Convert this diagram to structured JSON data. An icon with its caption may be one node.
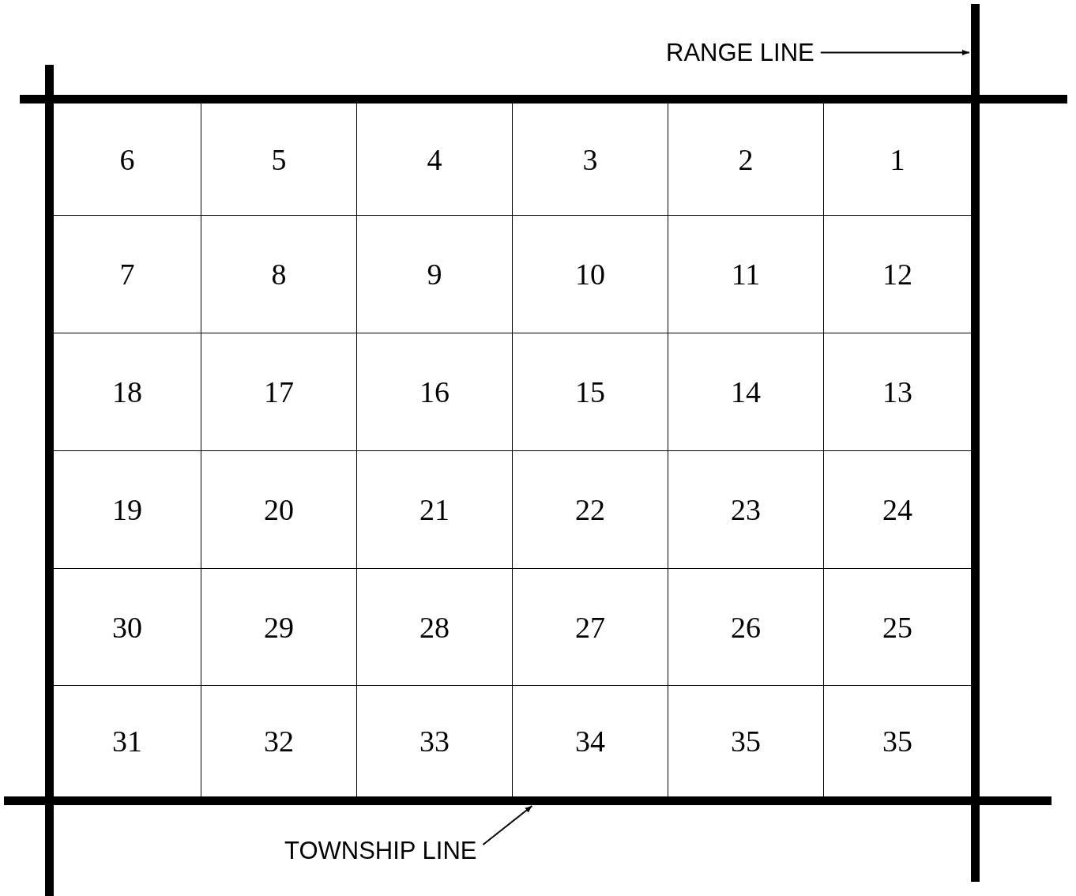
{
  "diagram": {
    "nodes": [
      {
        "text": [
          "RANGE LINE"
        ]
      },
      {
        "text": [],
        "shape": "bar"
      },
      {
        "text": [
          "6"
        ]
      },
      {
        "text": [
          "5"
        ]
      },
      {
        "text": [
          "4"
        ]
      },
      {
        "text": [
          "3"
        ]
      },
      {
        "text": [
          "2"
        ]
      },
      {
        "text": [
          "1"
        ]
      },
      {
        "text": [
          "7"
        ]
      },
      {
        "text": [
          "8"
        ]
      },
      {
        "text": [
          "9"
        ]
      },
      {
        "text": [
          "10"
        ]
      },
      {
        "text": [
          "11"
        ]
      },
      {
        "text": [
          "12"
        ]
      },
      {
        "text": [
          "18"
        ]
      },
      {
        "text": [
          "17"
        ]
      },
      {
        "text": [
          "16"
        ]
      },
      {
        "text": [
          "15"
        ]
      },
      {
        "text": [
          "14"
        ]
      },
      {
        "text": [
          "13"
        ]
      },
      {
        "text": [
          "19"
        ]
      },
      {
        "text": [
          "20"
        ]
      },
      {
        "text": [
          "21"
        ]
      },
      {
        "text": [
          "22"
        ]
      },
      {
        "text": [
          "23"
        ]
      },
      {
        "text": [
          "24"
        ]
      },
      {
        "text": [
          "30"
        ]
      },
      {
        "text": [
          "29"
        ]
      },
      {
        "text": [
          "28"
        ]
      },
      {
        "text": [
          "27"
        ]
      },
      {
        "text": [
          "26"
        ]
      },
      {
        "text": [
          "25"
        ]
      },
      {
        "text": [
          "31"
        ]
      },
      {
        "text": [
          "32"
        ]
      },
      {
        "text": [
          "33"
        ]
      },
      {
        "text": [
          "34"
        ]
      },
      {
        "text": [
          "35"
        ]
      },
      {
        "text": [
          "35"
        ]
      },
      {
        "text": [
          "TOWNSHIP LINE"
        ]
      },
      {
        "text": [],
        "shape": "bar"
      }
    ],
    "edges": [
      {
        "from": 0,
        "to": 1,
        "arrow": "to"
      },
      {
        "from": 38,
        "to": 39,
        "arrow": "to"
      }
    ]
  }
}
